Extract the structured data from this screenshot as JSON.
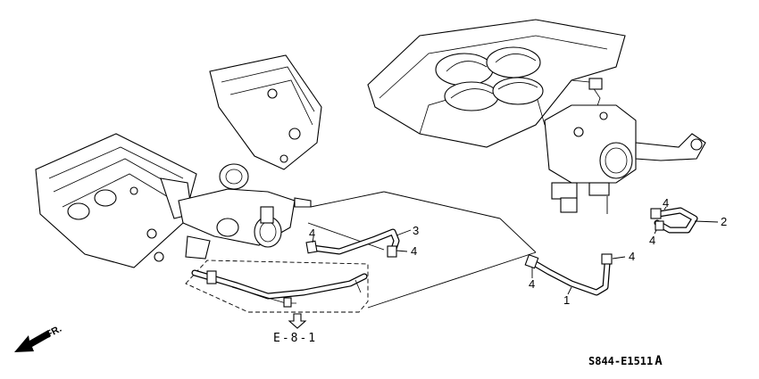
{
  "callouts": {
    "c1": "1",
    "c2": "2",
    "c3": "3",
    "c4a": "4",
    "c4b": "4",
    "c4c": "4",
    "c4d": "4",
    "c4e": "4",
    "c4f": "4"
  },
  "reference": "E-8-1",
  "direction_label": "FR.",
  "diagram_code": "S844-E1511",
  "diagram_code_suffix": "A"
}
